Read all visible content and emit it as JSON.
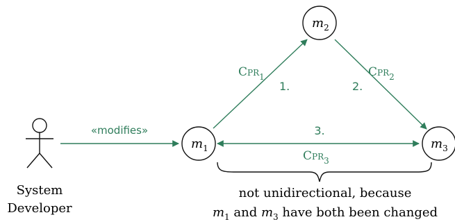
{
  "actor": {
    "label_line1": "System",
    "label_line2": "Developer",
    "relation": "«modifies»"
  },
  "nodes": {
    "m1": {
      "base": "m",
      "sub": "1"
    },
    "m2": {
      "base": "m",
      "sub": "2"
    },
    "m3": {
      "base": "m",
      "sub": "3"
    }
  },
  "edges": {
    "m1_m2": {
      "label": "Cpr",
      "sub": "1",
      "step": "1."
    },
    "m2_m3": {
      "label": "Cpr",
      "sub": "2",
      "step": "2."
    },
    "m1_m3": {
      "label": "Cpr",
      "sub": "3",
      "step": "3."
    }
  },
  "note": {
    "line1": "not unidirectional, because",
    "line2_a": "m",
    "line2_a_sub": "1",
    "line2_mid": " and ",
    "line2_b": "m",
    "line2_b_sub": "3",
    "line2_end": " have both been changed"
  },
  "colors": {
    "edge": "#2f7d5b",
    "node_stroke": "#111111"
  }
}
